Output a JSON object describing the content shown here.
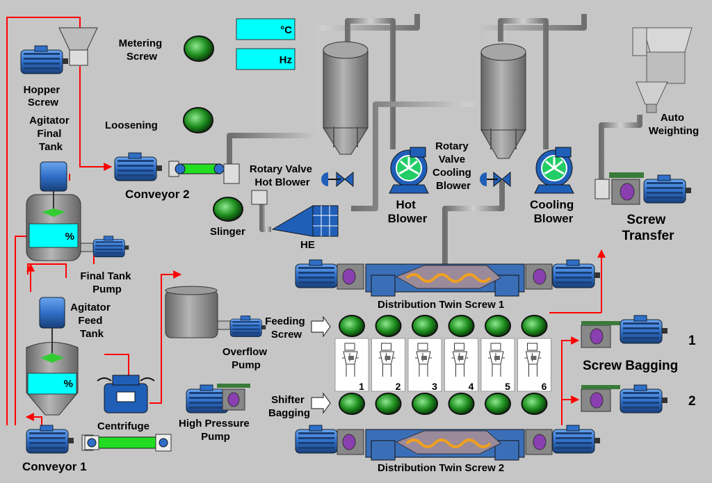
{
  "labels": {
    "metering_screw": [
      "Metering",
      "Screw"
    ],
    "loosening": "Loosening",
    "hopper_screw": [
      "Hopper",
      "Screw"
    ],
    "agitator_final_tank": [
      "Agitator",
      "Final",
      "Tank"
    ],
    "conveyor_2": "Conveyor 2",
    "rotary_valve_hot_blower": [
      "Rotary Valve",
      "Hot Blower"
    ],
    "slinger": "Slinger",
    "he": "HE",
    "hot_blower": [
      "Hot",
      "Blower"
    ],
    "rotary_valve_cooling_blower": [
      "Rotary",
      "Valve",
      "Cooling",
      "Blower"
    ],
    "cooling_blower": [
      "Cooling",
      "Blower"
    ],
    "auto_weighting": [
      "Auto",
      "Weighting"
    ],
    "screw_transfer": [
      "Screw",
      "Transfer"
    ],
    "final_tank_pump": [
      "Final Tank",
      "Pump"
    ],
    "distribution_twin_screw_1": "Distribution Twin Screw 1",
    "agitator_feed_tank": [
      "Agitator",
      "Feed",
      "Tank"
    ],
    "feeding_screw": [
      "Feeding",
      "Screw"
    ],
    "overflow_pump": [
      "Overflow",
      "Pump"
    ],
    "screw_bagging": "Screw Bagging",
    "bagging_line_1": "1",
    "bagging_line_2": "2",
    "centrifuge": "Centrifuge",
    "high_pressure_pump": [
      "High Pressure",
      "Pump"
    ],
    "shifter_bagging": [
      "Shifter",
      "Bagging"
    ],
    "distribution_twin_screw_2": "Distribution Twin Screw 2",
    "conveyor_1": "Conveyor 1"
  },
  "displays": {
    "temperature_unit": "°C",
    "frequency_unit": "Hz",
    "final_tank_level_unit": "%",
    "feed_tank_level_unit": "%"
  },
  "bag_stations": [
    "1",
    "2",
    "3",
    "4",
    "5",
    "6"
  ],
  "colors": {
    "background": "#c6c6c6",
    "flow_line": "#ff0000",
    "indicator_on": "#1f8f1f",
    "display_fill": "#00ffff",
    "motor_blue": "#2f6fc8",
    "belt_green": "#22dd22",
    "vessel_grey": "#8a8a8a",
    "fan_green": "#22cc66"
  },
  "icons": [
    "motor-icon",
    "tank-icon",
    "pump-icon",
    "fan-icon",
    "valve-icon",
    "hopper-icon",
    "bag-machine-icon",
    "indicator-lamp-icon",
    "arrow-right-icon"
  ]
}
